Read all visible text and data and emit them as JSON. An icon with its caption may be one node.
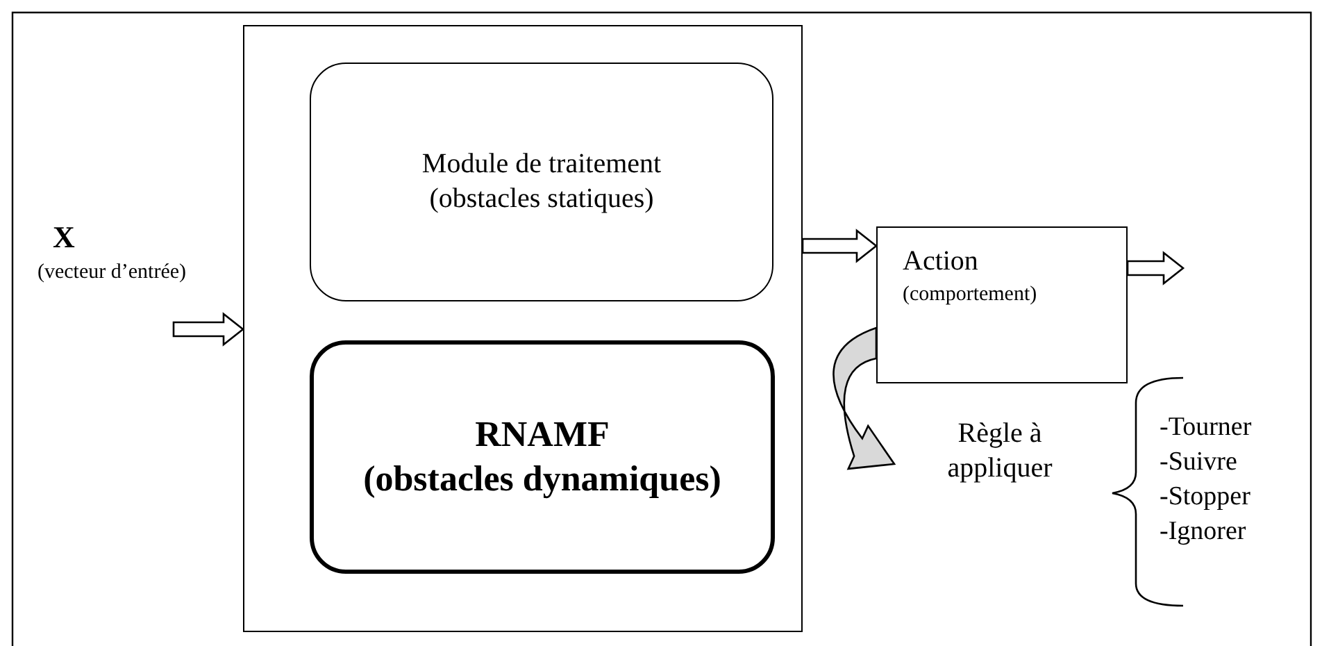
{
  "diagram": {
    "nodes": [
      {
        "text": [],
        "shape": "box"
      },
      {
        "text": [
          "Module de traitement",
          "(obstacles statiques)"
        ],
        "in": 0
      },
      {
        "text": [
          "RNAMF",
          "(obstacles dynamiques)"
        ],
        "in": 0
      },
      {
        "text": [
          "Action",
          "(comportement)"
        ]
      },
      {
        "text": [
          "Règle à appliquer"
        ]
      }
    ],
    "edges": [
      {
        "from": null,
        "to": 0,
        "arrow": "to"
      },
      {
        "from": 0,
        "to": 3,
        "arrow": "to"
      },
      {
        "from": 3,
        "to": null,
        "arrow": "to"
      },
      {
        "from": 3,
        "to": 4,
        "arrow": "to",
        "color": "#d9d9d9"
      }
    ],
    "labels": [
      "X",
      "(vecteur d’entrée)",
      "-Tourner",
      "-Suivre",
      "-Stopper",
      "-Ignorer"
    ]
  }
}
